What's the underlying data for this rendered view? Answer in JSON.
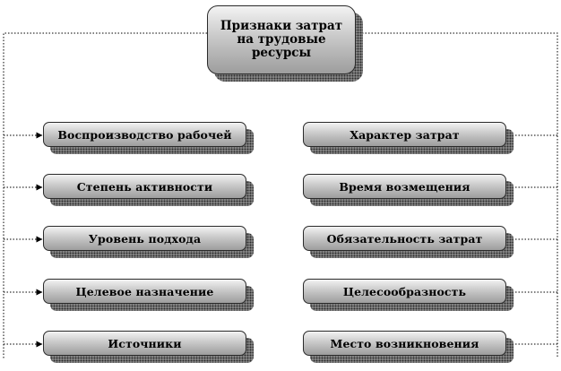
{
  "diagram": {
    "root": "Признаки затрат на трудовые ресурсы",
    "left": [
      "Воспроизводство рабочей",
      "Степень активности",
      "Уровень подхода",
      "Целевое назначение",
      "Источники"
    ],
    "right": [
      "Характер затрат",
      "Время возмещения",
      "Обязательность затрат",
      "Целесообразность",
      "Место возникновения"
    ]
  }
}
